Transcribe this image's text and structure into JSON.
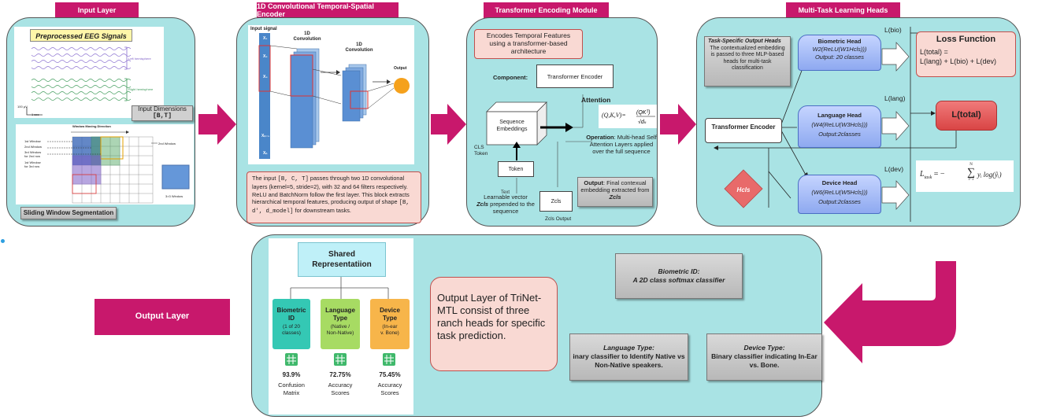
{
  "headers": {
    "input_layer": "Input Layer",
    "encoder": "1D Convolutional Temporal-Spatial Encoder",
    "transformer": "Transformer Encoding Module",
    "heads": "Multi-Task Learning Heads",
    "output_layer": "Output Layer"
  },
  "input": {
    "eeg_title": "Preprocessed EEG Signals",
    "left_hemi": "Left hemisphere",
    "right_hemi": "Right hemisphere",
    "scale_v": "100 µV",
    "scale_t": "1 sec",
    "dim_label": "Input Dimensions",
    "dim_value": "[B,T]",
    "window_dir": "Window Moving Direction",
    "win1": "1st Window",
    "win2": "2nd Window",
    "win3": "3rd Window",
    "win_row": "for 2nd row",
    "win_last": "1st Window",
    "win_last2": "for 3rd row",
    "win_right": "2nd Window",
    "win_sz": "3×3 Window",
    "sliding": "Sliding Window Segmentation"
  },
  "conv": {
    "input_signal": "Input signal",
    "conv1": "1D\nConvolution",
    "conv2": "1D\nConvolution",
    "output": "Output",
    "x1": "X₁",
    "x2": "X₂",
    "x3": "X₃",
    "xn1": "Xₙ₋₁",
    "xn": "Xₙ",
    "desc_a": "The input ",
    "desc_b": "[B, C, T]",
    "desc_c": " passes through two 1D convolutional layers (kernel=5, stride=2), with 32 and 64 filters respectively. ReLU and BatchNorm follow the first layer. This block extracts hierarchical temporal features, producing output of shape ",
    "desc_d": "[B, d', d_model]",
    "desc_e": " for downstream tasks."
  },
  "transformer": {
    "encodes": "Encodes Temporal Features using a transformer-based architecture",
    "component_label": "Component:",
    "component_value": "Transformer Encoder",
    "attention": "Attention",
    "formula": "(Q,K,V)=",
    "seq": "Sequence\nEmbeddings",
    "cls": "CLS\nToken",
    "token": "Token",
    "operation_label": "Operation",
    "operation_text": ": Multi-head Self Attention Layers applied over the full sequence",
    "learnable_a": "Learnable vector",
    "learnable_b": "Zcls",
    "learnable_c": " prepended to the sequence",
    "text_small": "Text",
    "zcls": "Zcls",
    "zcls_out": "Zcls Output",
    "output_label": "Output",
    "output_text": ": Final contexual embedding extracted from ",
    "output_z": "Zcls"
  },
  "heads": {
    "task_title": "Task-Specific Output Heads",
    "task_desc": "The contextualized embedding is passed to three MLP-based heads for multi-task classification",
    "trans_enc": "Transformer Encoder",
    "hcls": "Hcls",
    "bio_title": "Biometric Head",
    "bio_f": "W2(ReLU(W1Hcls)))",
    "bio_o": "Output: 20 classes",
    "lang_title": "Language Head",
    "lang_f": "(W4(ReLU(W3Hcls)))",
    "lang_o": "Output:2classes",
    "dev_title": "Device Head",
    "dev_f": "(W6(ReLU(W5Hcls)))",
    "dev_o": "Output:2classes",
    "l_bio": "L(bio)",
    "l_lang": "L(lang)",
    "l_dev": "L(dev)",
    "loss_title": "Loss Function",
    "loss_eq1": "L(total)  =",
    "loss_eq2": "L(lang) + L(bio) + L(dev)",
    "l_total": "L(total)",
    "ltask": "L",
    "ltask_sub": "task",
    "ltask_eq": " = −",
    "sum_top": "N",
    "sum_bot": "t=1",
    "sum_body": "yᵢ log(ŷᵢ)"
  },
  "output": {
    "shared": "Shared\nRepresentatiion",
    "bio_name": "Biometric\nID",
    "bio_sub": "(1 of 20\nclasses)",
    "lang_name": "Language\nType",
    "lang_sub": "(Native /\nNon-Native)",
    "dev_name": "Device\nType",
    "dev_sub": "(In-ear\nv. Bone)",
    "bio_pct": "93.9%",
    "bio_metric": "Confusion\nMatrix",
    "lang_pct": "72.75%",
    "lang_metric": "Accuracy\nScores",
    "dev_pct": "75.45%",
    "dev_metric": "Accuracy\nScores",
    "summary": "Output Layer of TriNet-MTL consist of three ranch heads for specific task prediction.",
    "bio_id_t": "Biometric ID:",
    "bio_id_d": "A 2D class softmax classifier",
    "lang_t": "Language Type:",
    "lang_d": "inary classifier to Identify Native vs Non-Native speakers.",
    "dev_t": "Device Type:",
    "dev_d": "Binary classifier indicating In-Ear vs. Bone."
  },
  "colors": {
    "magenta": "#c8186c",
    "panel": "#a9e3e4",
    "blue_bar": "#6a9bd8",
    "orange": "#f5a11c"
  }
}
